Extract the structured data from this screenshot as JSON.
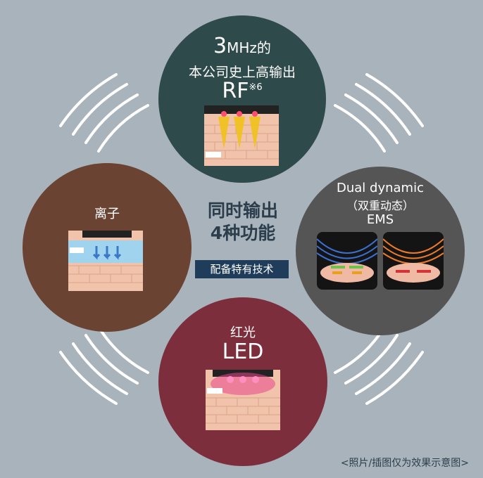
{
  "rf": {
    "line1_num": "3",
    "line1_rest": "MHz的",
    "line2": "本公司史上高输出",
    "line3": "RF",
    "line3_sup": "※6"
  },
  "ion": {
    "title": "离子"
  },
  "ems": {
    "line1": "Dual dynamic",
    "line2": "（双重动态）",
    "line3": "EMS"
  },
  "led": {
    "line1": "红光",
    "line2": "LED"
  },
  "center": {
    "line1": "同时输出",
    "line2": "4种功能",
    "badge": "配备特有技术"
  },
  "caption": "<照片/插图仅为效果示意图>",
  "colors": {
    "background": "#a9b3bc",
    "rf": "#2f4a4a",
    "ion": "#6a4332",
    "ems": "#565556",
    "led": "#7c2e3d",
    "badge": "#1f3d5a"
  }
}
